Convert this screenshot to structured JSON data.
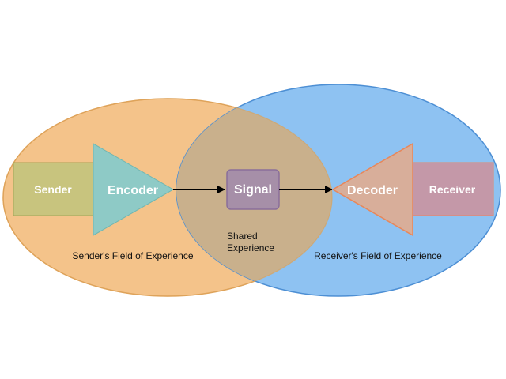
{
  "diagram": {
    "sender": "Sender",
    "encoder": "Encoder",
    "signal": "Signal",
    "decoder": "Decoder",
    "receiver": "Receiver",
    "shared_line1": "Shared",
    "shared_line2": "Experience",
    "sender_field": "Sender's Field of Experience",
    "receiver_field": "Receiver's Field of Experience"
  },
  "colors": {
    "sender_circle": "#f4c38a",
    "receiver_circle": "#8ec2f2",
    "sender_box": "#c8c47e",
    "encoder": "#8ecac6",
    "signal": "#a68fa8",
    "decoder": "#d8ae9a",
    "receiver_box": "#c498a8"
  }
}
